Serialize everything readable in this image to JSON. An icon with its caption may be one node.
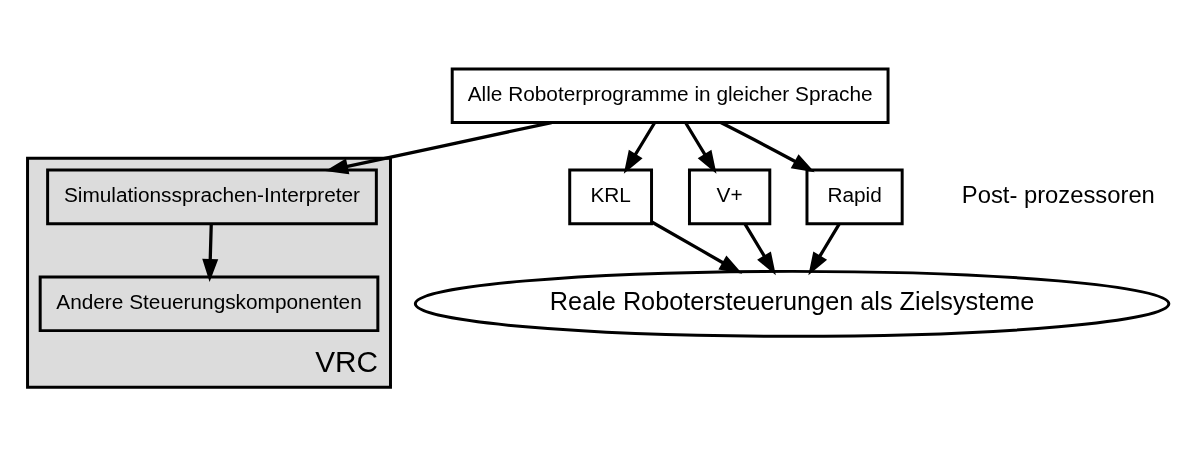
{
  "diagram": {
    "nodes": [
      {
        "text": [
          "Alle Roboterprogramme in gleicher Sprache"
        ]
      },
      {
        "text": [
          "VRC"
        ]
      },
      {
        "text": [
          "Simulationssprachen-Interpreter"
        ],
        "in": 1
      },
      {
        "text": [
          "Andere Steuerungskomponenten"
        ],
        "in": 1
      },
      {
        "text": [
          "KRL"
        ]
      },
      {
        "text": [
          "V+"
        ]
      },
      {
        "text": [
          "Rapid"
        ],
        "beside": [
          "Post- prozessoren"
        ]
      },
      {
        "text": [
          "Reale Robotersteuerungen als Zielsysteme"
        ]
      }
    ],
    "edges": [
      {
        "from": 0,
        "to": 2,
        "arrow": "to"
      },
      {
        "from": 2,
        "to": 3,
        "arrow": "to"
      },
      {
        "from": 0,
        "to": 4,
        "arrow": "to"
      },
      {
        "from": 0,
        "to": 5,
        "arrow": "to"
      },
      {
        "from": 0,
        "to": 6,
        "arrow": "to"
      },
      {
        "from": 4,
        "to": 7,
        "arrow": "to"
      },
      {
        "from": 5,
        "to": 7,
        "arrow": "to"
      },
      {
        "from": 6,
        "to": 7,
        "arrow": "to"
      }
    ]
  }
}
